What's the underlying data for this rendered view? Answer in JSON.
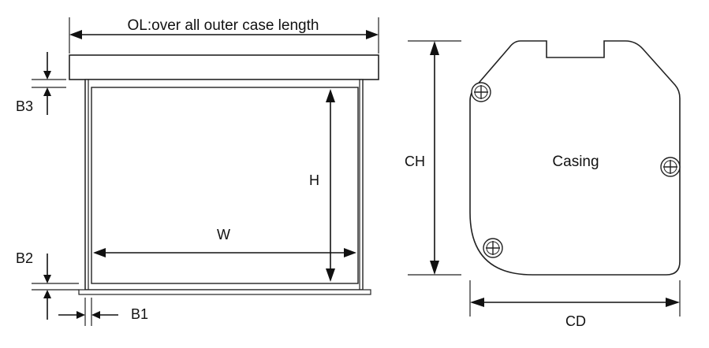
{
  "labels": {
    "ol": "OL:over all outer case length",
    "b3": "B3",
    "b2": "B2",
    "b1": "B1",
    "h": "H",
    "w": "W",
    "ch": "CH",
    "cd": "CD",
    "casing": "Casing"
  },
  "icons": {
    "screw": "screw-icon"
  }
}
